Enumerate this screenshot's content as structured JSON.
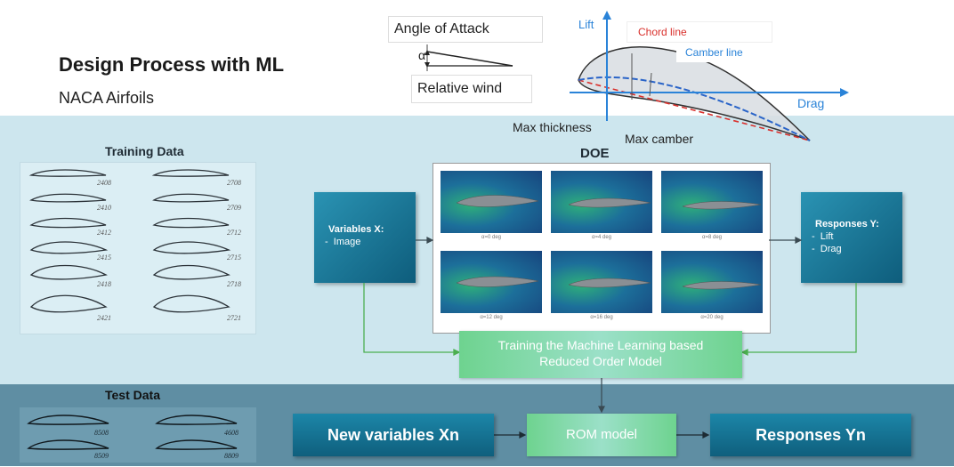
{
  "header": {
    "title": "Design Process with ML",
    "subtitle": "NACA Airfoils"
  },
  "airfoil_diagram": {
    "angle_of_attack": "Angle of Attack",
    "alpha": "α",
    "relative_wind": "Relative wind",
    "lift": "Lift",
    "drag": "Drag",
    "chord_line": "Chord line",
    "camber_line": "Camber line",
    "max_thickness": "Max thickness",
    "max_camber": "Max camber"
  },
  "training": {
    "title": "Training Data",
    "airfoils_left": [
      "2408",
      "2410",
      "2412",
      "2415",
      "2418",
      "2421"
    ],
    "airfoils_right": [
      "2708",
      "2709",
      "2712",
      "2715",
      "2718",
      "2721"
    ]
  },
  "doe": {
    "title": "DOE",
    "cells": [
      "α=0 deg",
      "α=4 deg",
      "α=8 deg",
      "α=12 deg",
      "α=16 deg",
      "α=20 deg"
    ]
  },
  "variables": {
    "title": "Variables X:",
    "items": [
      "Image"
    ]
  },
  "responses": {
    "title": "Responses Y:",
    "items": [
      "Lift",
      "Drag"
    ]
  },
  "ml_model": {
    "line1": "Training the Machine Learning based",
    "line2": "Reduced Order Model"
  },
  "test": {
    "title": "Test Data",
    "airfoils_left": [
      "8508",
      "8509"
    ],
    "airfoils_right": [
      "4608",
      "8809"
    ]
  },
  "bottom_flow": {
    "new_variables": "New variables Xn",
    "rom": "ROM model",
    "responses": "Responses Yn"
  },
  "colors": {
    "band_train": "#cde6ee",
    "band_test": "#5f8ea3",
    "teal": "#1a7596",
    "green": "#7fd9a0",
    "chord": "#d9302c",
    "camber": "#2a64c8"
  }
}
